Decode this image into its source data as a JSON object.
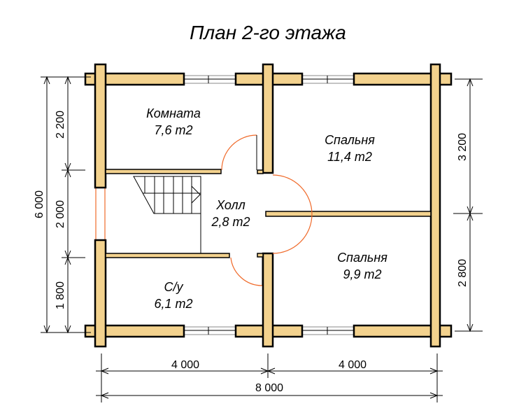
{
  "title": "План 2-го этажа",
  "rooms": [
    {
      "name": "Комната",
      "area": "7,6 m2"
    },
    {
      "name": "Спальня",
      "area": "11,4 m2"
    },
    {
      "name": "Холл",
      "area": "2,8 m2"
    },
    {
      "name": "Спальня",
      "area": "9,9 m2"
    },
    {
      "name": "С/у",
      "area": "6,1 m2"
    }
  ],
  "dimensions": {
    "left_total": "6 000",
    "left_parts": [
      "2 200",
      "2 000",
      "1 800"
    ],
    "right_parts": [
      "3 200",
      "2 800"
    ],
    "bottom_parts": [
      "4 000",
      "4 000"
    ],
    "bottom_total": "8 000"
  },
  "colors": {
    "wall": "#f3d28e",
    "door_arc": "#f06a2a"
  }
}
